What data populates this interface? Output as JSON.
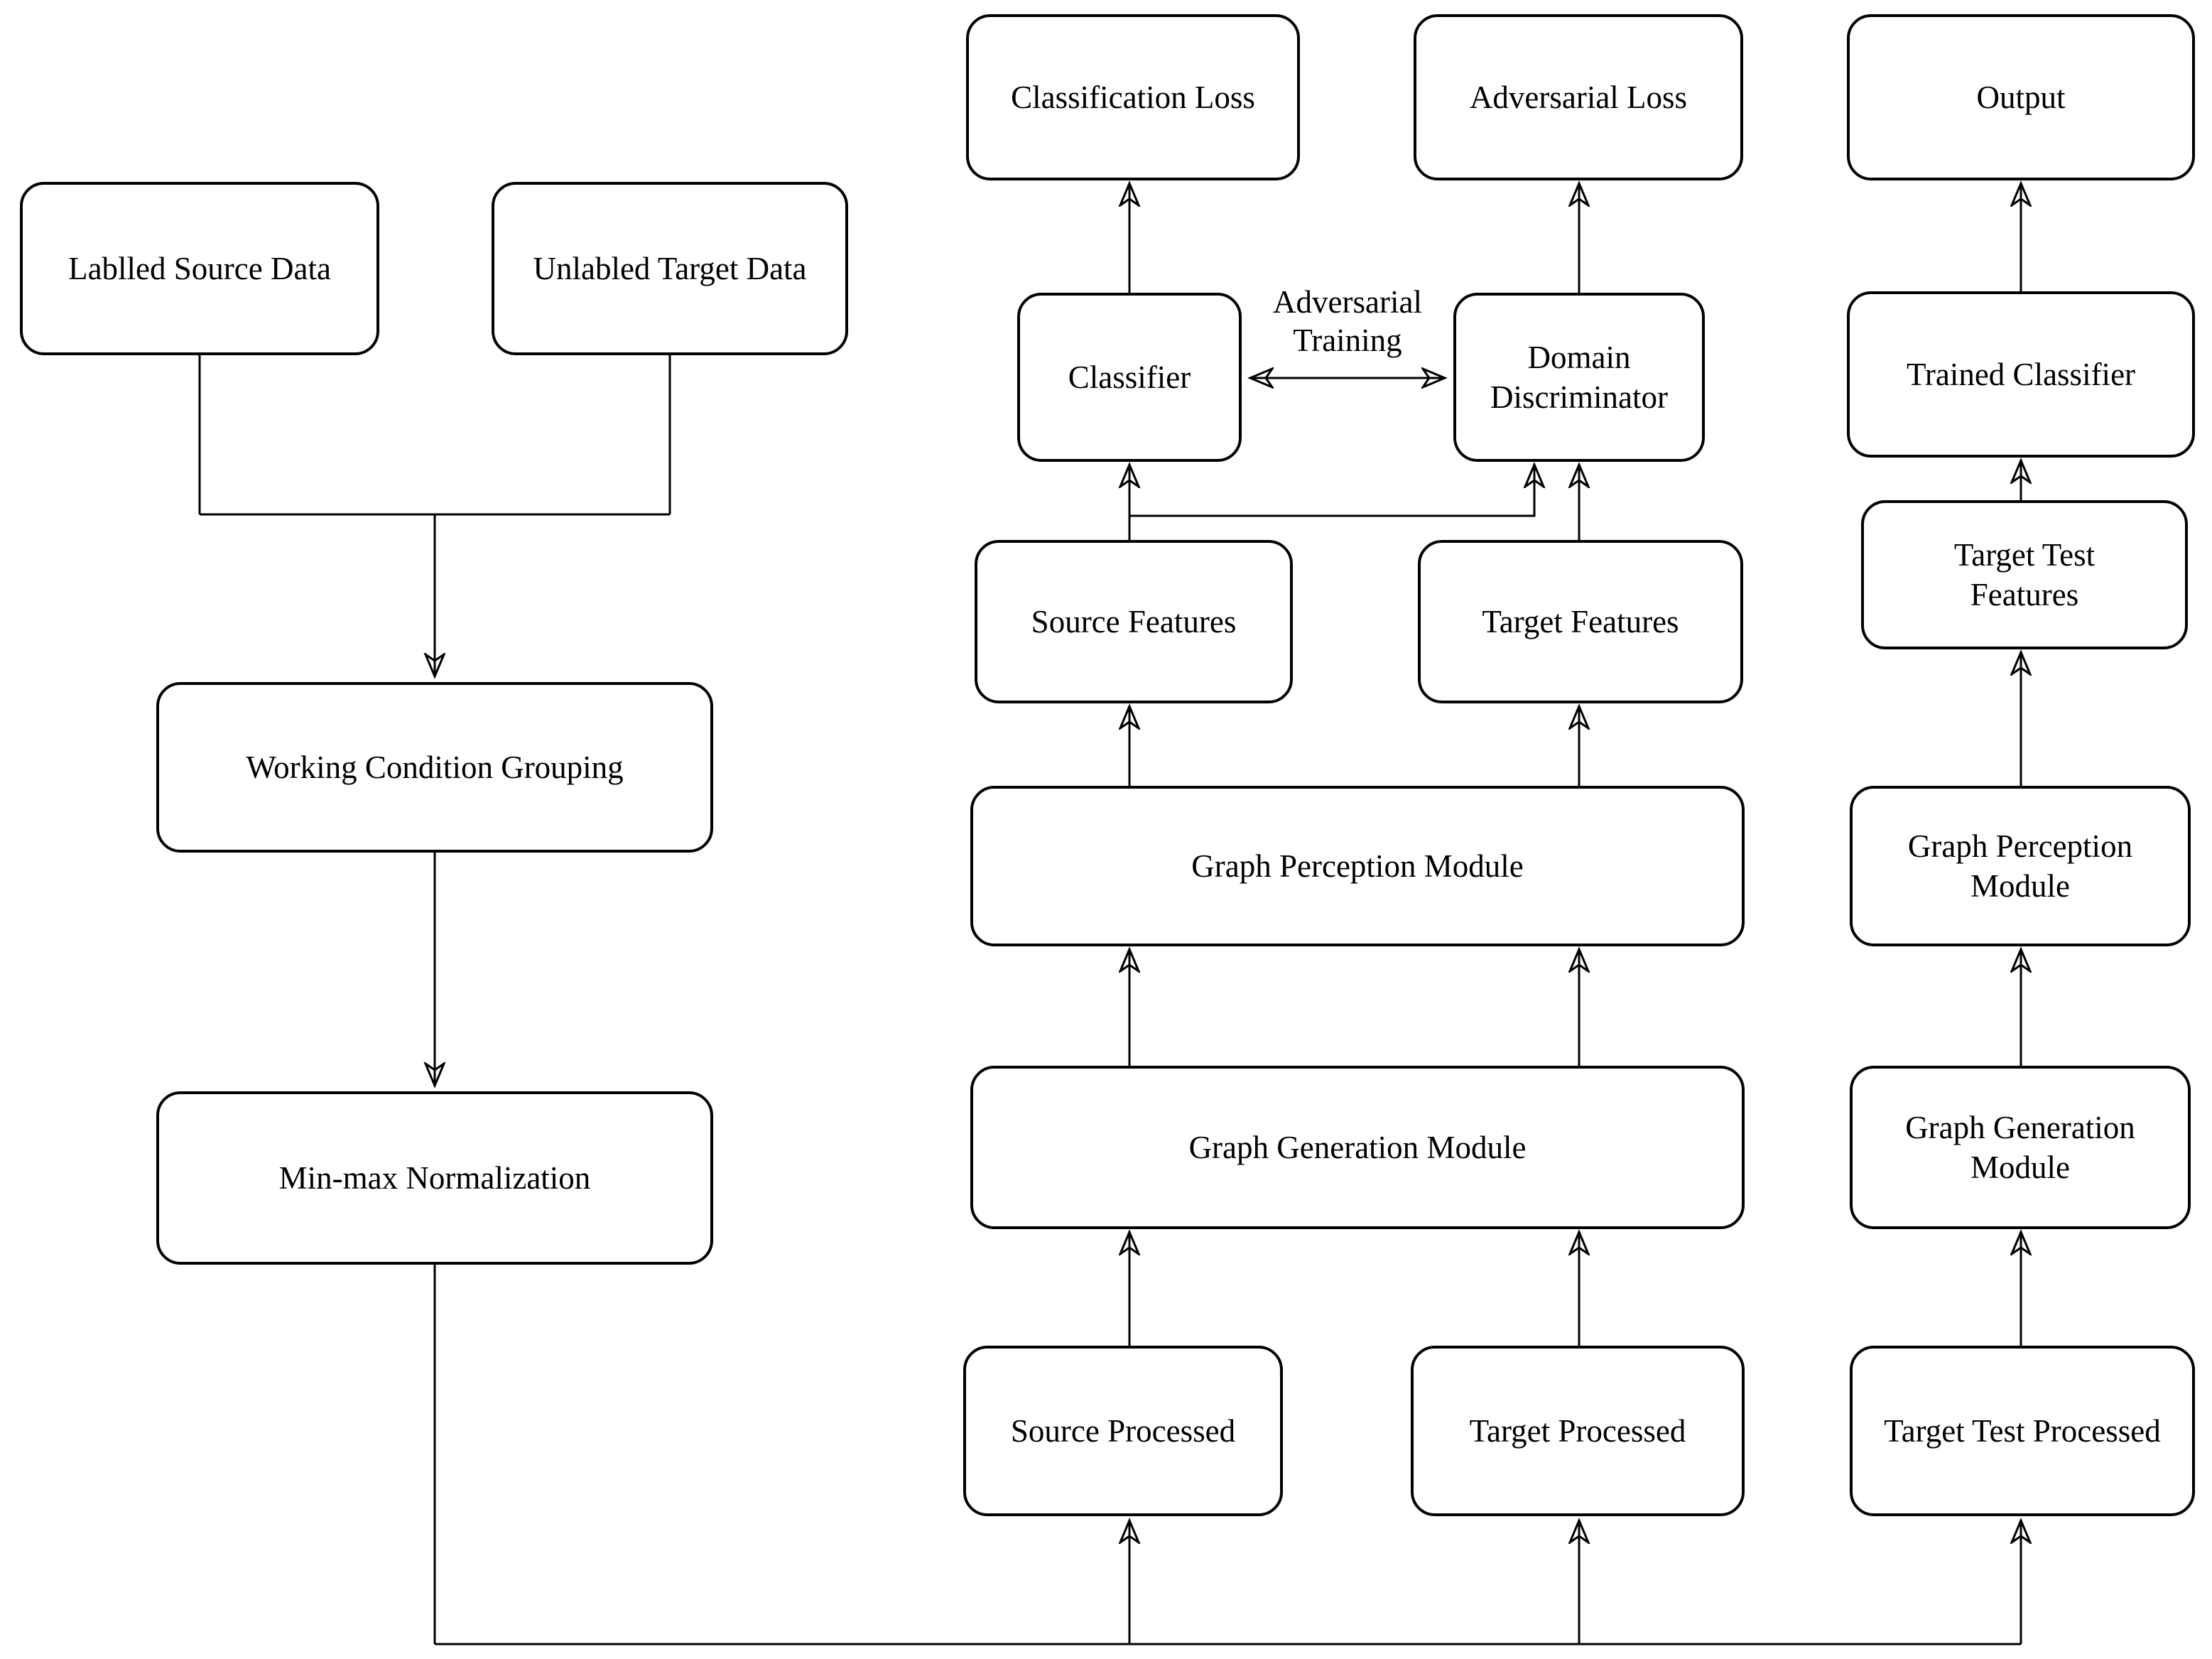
{
  "figure": {
    "colors": {
      "line": "#000000",
      "background": "#ffffff"
    },
    "nodes": {
      "labelled_source_data": "Lablled Source Data",
      "unlabelled_target_data": "Unlabled Target Data",
      "working_condition_grouping": "Working Condition Grouping",
      "min_max_normalization": "Min-max Normalization",
      "classification_loss": "Classification Loss",
      "adversarial_loss": "Adversarial Loss",
      "output": "Output",
      "classifier": "Classifier",
      "domain_discriminator": "Domain Discriminator",
      "trained_classifier": "Trained Classifier",
      "source_features": "Source Features",
      "target_features": "Target Features",
      "target_test_features": "Target Test Features",
      "graph_perception_module_main": "Graph Perception Module",
      "graph_perception_module_test": "Graph Perception Module",
      "graph_generation_module_main": "Graph Generation Module",
      "graph_generation_module_test": "Graph Generation Module",
      "source_processed": "Source Processed",
      "target_processed": "Target Processed",
      "target_test_processed": "Target Test Processed"
    },
    "edge_labels": {
      "adversarial_training": "Adversarial Training"
    }
  }
}
